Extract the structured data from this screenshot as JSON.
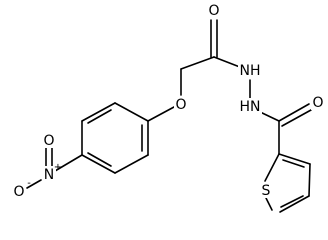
{
  "molecule": {
    "labels": {
      "carbonyl_o_top": "O",
      "nh_upper": "NH",
      "nh_lower": "HN",
      "carbonyl_o_right": "O",
      "ether_o": "O",
      "nitro_n": "N",
      "nitro_n_charge": "+",
      "nitro_o_top": "O",
      "nitro_o_left": "O",
      "nitro_o_left_charge": "-",
      "thiophene_s": "S"
    },
    "colors": {
      "bond": "#000000",
      "label": "#000000",
      "background": "#ffffff"
    }
  }
}
